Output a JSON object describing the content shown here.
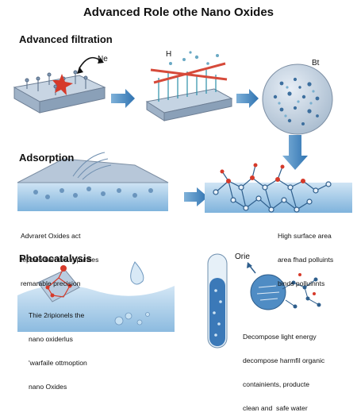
{
  "title": "Advanced Role othe Nano Oxides",
  "sections": {
    "filtration": {
      "heading": "Advanced filtration",
      "label_ne": "Ne",
      "label_h": "H",
      "label_bt": "Bt"
    },
    "adsorption": {
      "heading": "Adsorption",
      "caption_left": [
        "Advraret Oxides act",
        "fepcien barriers impurities",
        "remarable precision"
      ],
      "caption_right": [
        "High surface area",
        "area fhad polluints",
        "binds polluinnts"
      ]
    },
    "photocatalysis": {
      "heading": "Photocatalysis",
      "label_orie": "Orie",
      "caption_left": [
        "Thie 2ripionels the",
        "nano oxiderlus",
        "'warfaile ottmoption",
        "nano Oxides"
      ],
      "caption_right": [
        "Decompose light energy",
        "decompose harmfil organic",
        "containients, producte",
        "clean and  safe water"
      ]
    }
  },
  "colors": {
    "accent_blue": "#3d7fb8",
    "slab": "#b9c8d8",
    "water": "#a9cde8",
    "red": "#d63a2a"
  }
}
